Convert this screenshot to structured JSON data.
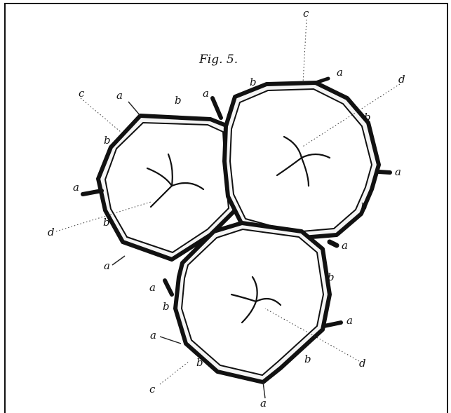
{
  "figure": {
    "title": "Fig. 5.",
    "labels": {
      "a": "a",
      "b": "b",
      "c": "c",
      "d": "d"
    }
  }
}
